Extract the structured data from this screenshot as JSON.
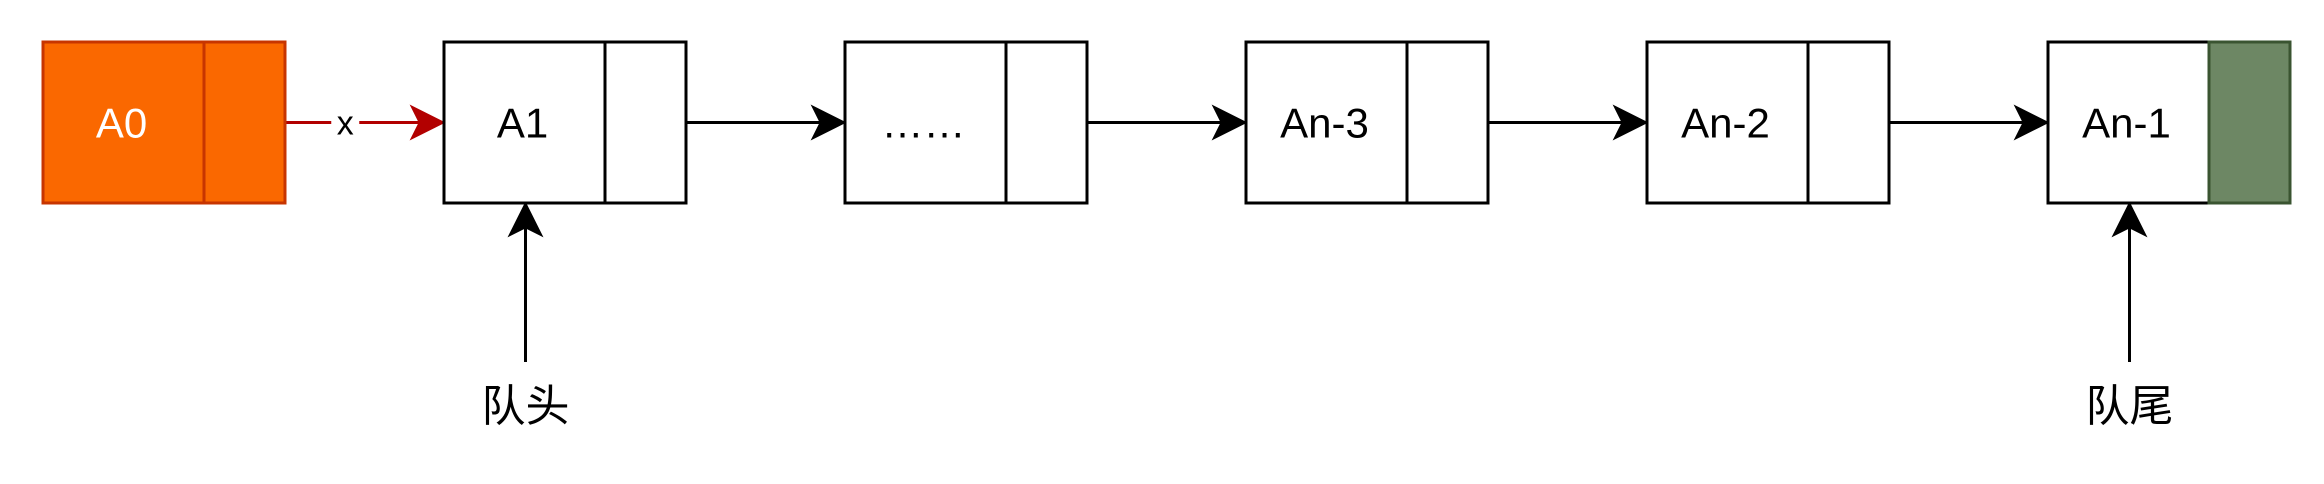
{
  "diagram": {
    "nodes": [
      {
        "id": "a0",
        "label": "A0",
        "state": "removed",
        "fill": "#fa6800",
        "stroke": "#c73500",
        "text_color": "#ffffff",
        "next_fill": "#fa6800"
      },
      {
        "id": "a1",
        "label": "A1",
        "state": "normal",
        "fill": "#ffffff",
        "stroke": "#000000",
        "text_color": "#000000",
        "next_fill": "#ffffff"
      },
      {
        "id": "ellipsis",
        "label": "……",
        "state": "normal",
        "fill": "#ffffff",
        "stroke": "#000000",
        "text_color": "#000000",
        "next_fill": "#ffffff"
      },
      {
        "id": "an3",
        "label": "An-3",
        "state": "normal",
        "fill": "#ffffff",
        "stroke": "#000000",
        "text_color": "#000000",
        "next_fill": "#ffffff"
      },
      {
        "id": "an2",
        "label": "An-2",
        "state": "normal",
        "fill": "#ffffff",
        "stroke": "#000000",
        "text_color": "#000000",
        "next_fill": "#ffffff"
      },
      {
        "id": "an1",
        "label": "An-1",
        "state": "tail",
        "fill": "#ffffff",
        "stroke": "#000000",
        "text_color": "#000000",
        "next_fill": "#6d8764"
      }
    ],
    "links": [
      {
        "from": "a0",
        "to": "a1",
        "label": "x",
        "color": "#b20000"
      },
      {
        "from": "a1",
        "to": "ellipsis",
        "label": "",
        "color": "#000000"
      },
      {
        "from": "ellipsis",
        "to": "an3",
        "label": "",
        "color": "#000000"
      },
      {
        "from": "an3",
        "to": "an2",
        "label": "",
        "color": "#000000"
      },
      {
        "from": "an2",
        "to": "an1",
        "label": "",
        "color": "#000000"
      }
    ],
    "pointers": [
      {
        "id": "head",
        "label": "队头",
        "target": "a1"
      },
      {
        "id": "tail",
        "label": "队尾",
        "target": "an1"
      }
    ]
  }
}
